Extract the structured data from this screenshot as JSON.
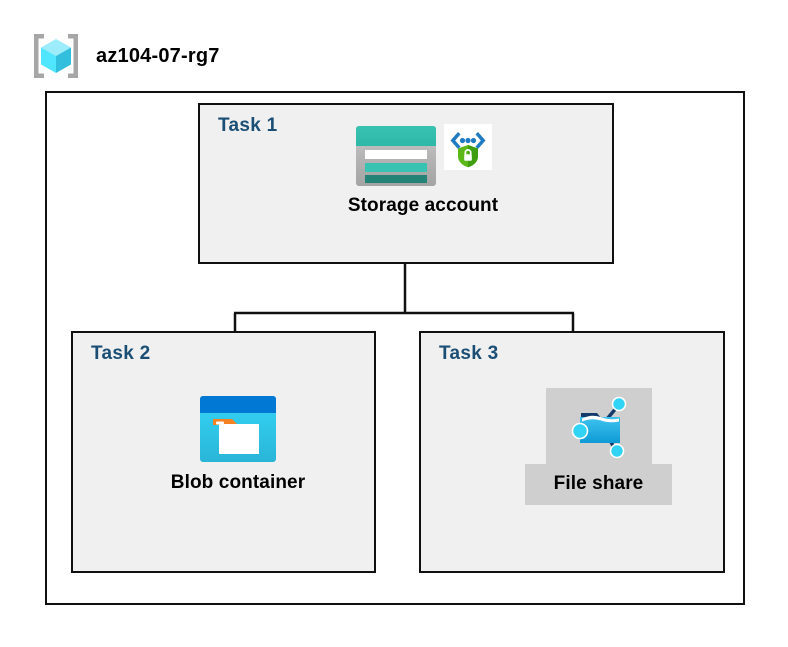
{
  "header": {
    "icon": "resource-group-cube-icon",
    "title": "az104-07-rg7"
  },
  "diagram": {
    "type": "architecture-hierarchy",
    "boundary_label": "az104-07-rg7",
    "colors": {
      "task_label": "#1a4e74",
      "task_box_fill": "#f0f0f0",
      "border": "#101010",
      "canvas": "#ffffff",
      "selection_highlight": "#cfcfcf",
      "storage_teal": "#32bcad",
      "storage_teal_dark": "#2e8479",
      "blob_blue": "#0078d4",
      "blob_cyan": "#32d4f5",
      "blob_orange": "#f78d1e",
      "fileshare_blue": "#32bdf0",
      "shield_green": "#4caf21",
      "cube_cyan": "#32d4f5",
      "bracket_gray": "#9e9e9e"
    },
    "tasks": [
      {
        "id": "task1",
        "label": "Task 1",
        "node_caption": "Storage account",
        "icons": [
          "storage-account-icon",
          "private-endpoint-secure-icon"
        ],
        "highlighted": false
      },
      {
        "id": "task2",
        "label": "Task 2",
        "node_caption": "Blob container",
        "icons": [
          "blob-container-icon"
        ],
        "highlighted": false
      },
      {
        "id": "task3",
        "label": "Task 3",
        "node_caption": "File share",
        "icons": [
          "file-share-icon"
        ],
        "highlighted": true
      }
    ],
    "connections": [
      {
        "from": "task1",
        "to": "task2"
      },
      {
        "from": "task1",
        "to": "task3"
      }
    ]
  }
}
